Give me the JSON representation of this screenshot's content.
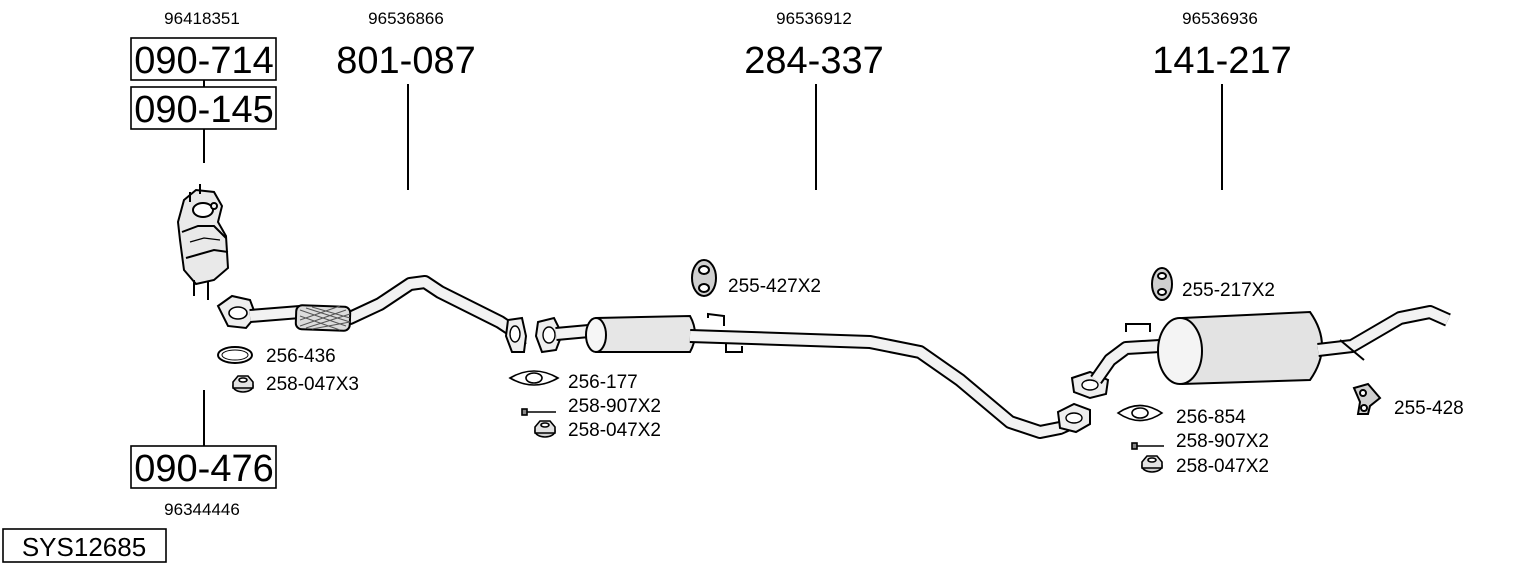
{
  "diagram": {
    "system_code": "SYS12685",
    "main_parts": [
      {
        "key": "p090_714",
        "part_no": "090-714",
        "oe_no": "96418351"
      },
      {
        "key": "p090_145",
        "part_no": "090-145",
        "oe_no": ""
      },
      {
        "key": "p090_476",
        "part_no": "090-476",
        "oe_no": "96344446"
      },
      {
        "key": "p801_087",
        "part_no": "801-087",
        "oe_no": "96536866"
      },
      {
        "key": "p284_337",
        "part_no": "284-337",
        "oe_no": "96536912"
      },
      {
        "key": "p141_217",
        "part_no": "141-217",
        "oe_no": "96536936"
      }
    ],
    "accessories": [
      {
        "label": "256-436",
        "icon": "gasket-ring-icon"
      },
      {
        "label": "258-047X3",
        "icon": "nut-icon"
      },
      {
        "label": "256-177",
        "icon": "flange-gasket-icon"
      },
      {
        "label": "258-907X2",
        "icon": "bolt-icon"
      },
      {
        "label": "258-047X2",
        "icon": "nut-icon"
      },
      {
        "label": "255-427X2",
        "icon": "rubber-hanger-icon"
      },
      {
        "label": "255-217X2",
        "icon": "rubber-hanger-icon"
      },
      {
        "label": "256-854",
        "icon": "flange-gasket-icon"
      },
      {
        "label": "258-907X2",
        "icon": "bolt-icon"
      },
      {
        "label": "258-047X2",
        "icon": "nut-icon"
      },
      {
        "label": "255-428",
        "icon": "bracket-icon"
      }
    ]
  }
}
